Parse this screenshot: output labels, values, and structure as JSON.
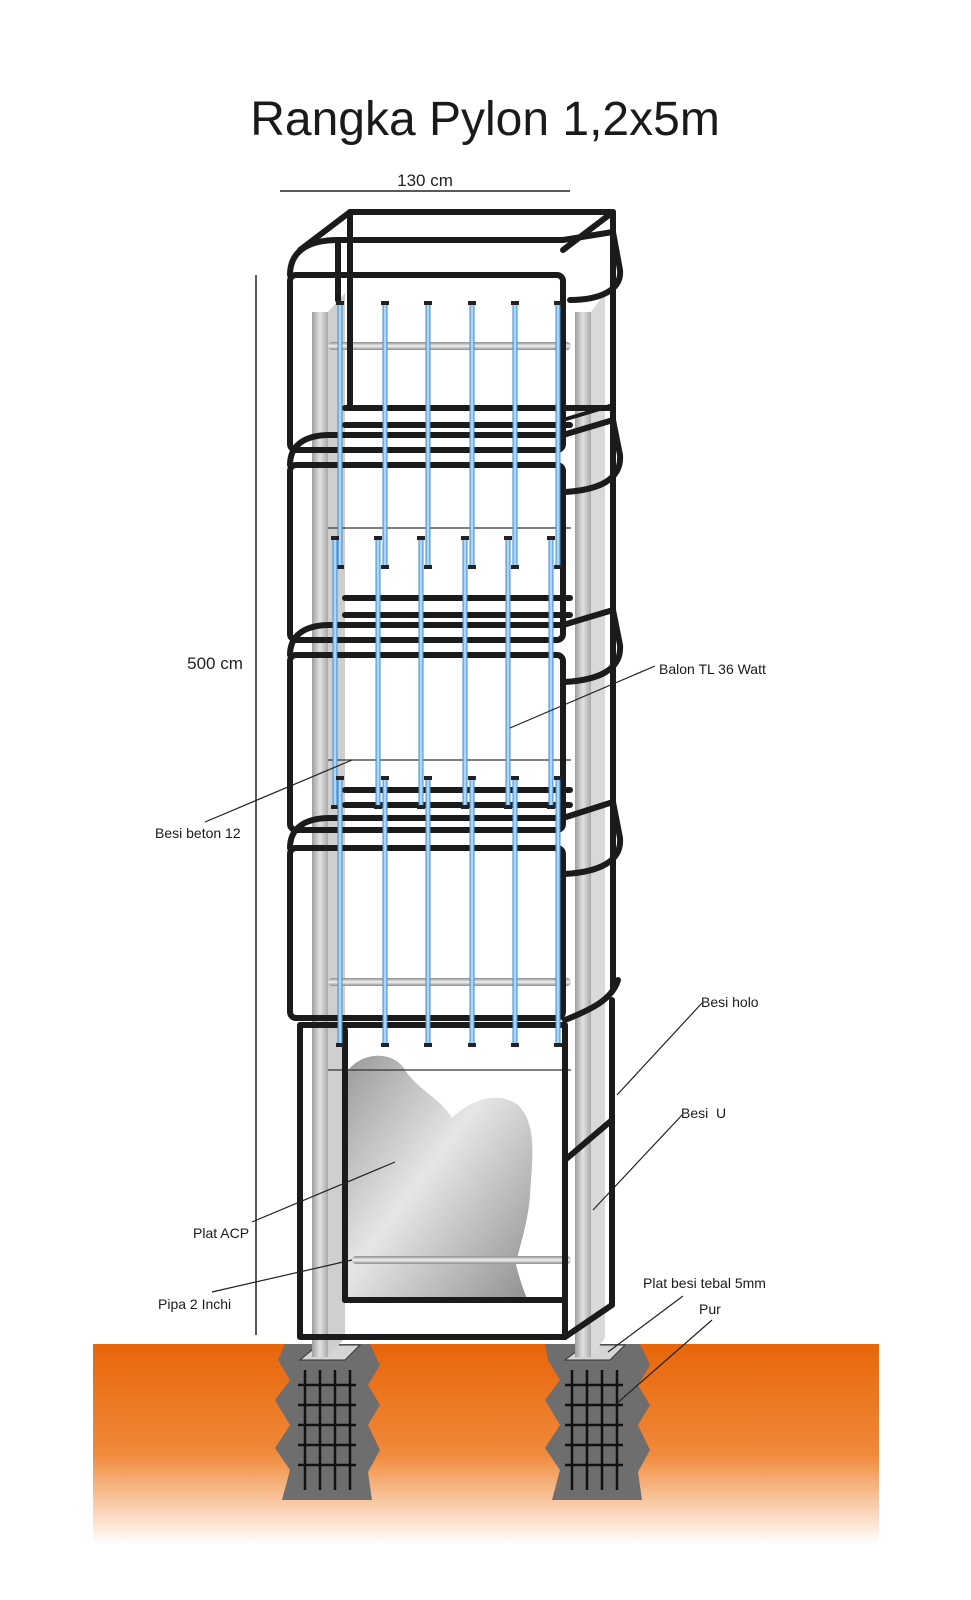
{
  "title": "Rangka Pylon 1,2x5m",
  "dimensions": {
    "width_label": "130 cm",
    "height_label": "500 cm"
  },
  "callouts": {
    "balon_tl": "Balon TL 36 Watt",
    "besi_beton": "Besi beton 12",
    "besi_holo": "Besi holo",
    "besi_u": "Besi  U",
    "plat_acp": "Plat ACP",
    "pipa": "Pipa 2 Inchi",
    "plat_besi": "Plat besi tebal 5mm",
    "pur": "Pur"
  },
  "colors": {
    "ground": "#e8650a",
    "frame": "#1b1b1b",
    "tube": "#4aa3e6",
    "column": "#bdbdbd",
    "pipe": "#c9c9c9",
    "acp": "#b8b8b8"
  }
}
